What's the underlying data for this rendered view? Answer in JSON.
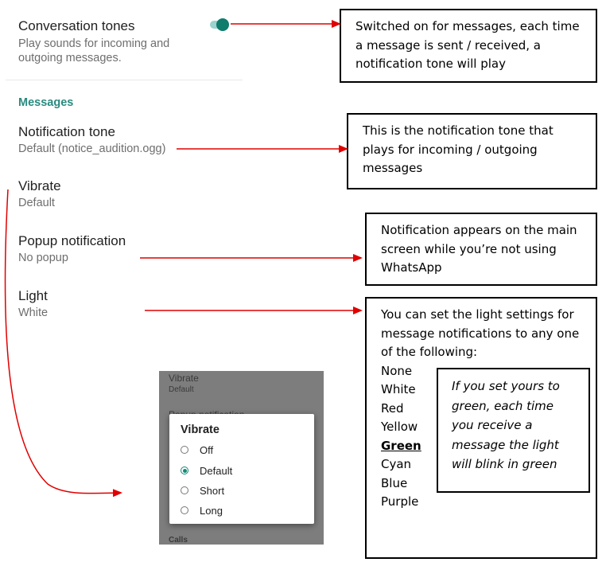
{
  "settings": {
    "conversation_tones": {
      "title": "Conversation tones",
      "summary_line1": "Play sounds for incoming and",
      "summary_line2": "outgoing messages.",
      "toggle_state": "on"
    },
    "section_label": "Messages",
    "notification_tone": {
      "title": "Notification tone",
      "value": "Default (notice_audition.ogg)"
    },
    "vibrate": {
      "title": "Vibrate",
      "value": "Default"
    },
    "popup_notification": {
      "title": "Popup notification",
      "value": "No popup"
    },
    "light": {
      "title": "Light",
      "value": "White"
    }
  },
  "annotations": {
    "tones": {
      "line1": "Switched on for messages, each time",
      "line2": "a message is sent / received, a",
      "line3": "notification tone will play"
    },
    "notification_tone": {
      "line1": "This is the notification tone that",
      "line2": "plays for incoming / outgoing",
      "line3": "messages"
    },
    "popup": {
      "line1": "Notification appears on the main",
      "line2": "screen while you’re not using",
      "line3": "WhatsApp"
    },
    "light": {
      "line1": "You can set the light settings for",
      "line2": "message notifications to any one",
      "line3": "of the following:",
      "colors": [
        "None",
        "White",
        "Red",
        "Yellow",
        "Green",
        "Cyan",
        "Blue",
        "Purple"
      ],
      "highlight": {
        "line1": "If you set yours to",
        "line2": "green, each time",
        "line3": "you receive a",
        "line4": "message the light",
        "line5": "will blink in green"
      }
    }
  },
  "dialog_screenshot": {
    "bg_title": "Vibrate",
    "bg_value": "Default",
    "bg_partial": "Popup notification",
    "bg_section": "Calls",
    "dialog_title": "Vibrate",
    "options": [
      "Off",
      "Default",
      "Short",
      "Long"
    ],
    "selected": "Default"
  },
  "colors": {
    "accent": "#0f7c6c",
    "section": "#2a8a7f",
    "arrow": "#e00000"
  }
}
